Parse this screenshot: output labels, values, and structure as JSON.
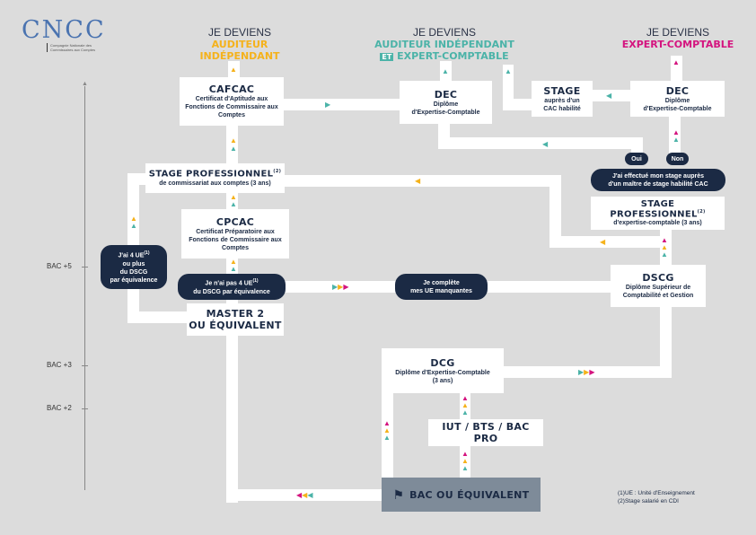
{
  "logo": {
    "text": "CNCC",
    "subtitle": "Compagnie Nationale des Commissaires aux Comptes"
  },
  "colors": {
    "yellow": "#f5b21b",
    "teal": "#4bb3a8",
    "magenta": "#d4147f",
    "navy": "#1b2a44"
  },
  "axis": {
    "levels": [
      "BAC +5",
      "BAC +3",
      "BAC +2"
    ]
  },
  "goals": [
    {
      "prefix": "JE DEVIENS",
      "line1": "AUDITEUR",
      "line2": "INDÉPENDANT"
    },
    {
      "prefix": "JE DEVIENS",
      "line1": "AUDITEUR INDÉPENDANT",
      "et": "ET",
      "line2": "EXPERT-COMPTABLE"
    },
    {
      "prefix": "JE DEVIENS",
      "line1": "EXPERT-COMPTABLE"
    }
  ],
  "boxes": {
    "cafcac": {
      "title": "CAFCAC",
      "desc": "Certificat d'Aptitude aux Fonctions de Commissaire aux Comptes"
    },
    "dec_mid": {
      "title": "DEC",
      "desc1": "Diplôme",
      "desc2": "d'Expertise-Comptable"
    },
    "stage": {
      "title": "STAGE",
      "desc1": "auprès d'un",
      "desc2": "CAC habilité"
    },
    "dec_right": {
      "title": "DEC",
      "desc1": "Diplôme",
      "desc2": "d'Expertise-Comptable"
    },
    "stage_cac": {
      "title": "STAGE PROFESSIONNEL",
      "sup": "(2)",
      "desc": "de commissariat aux comptes (3 ans)"
    },
    "cpcac": {
      "title": "CPCAC",
      "desc": "Certificat Préparatoire aux Fonctions de Commissaire aux Comptes"
    },
    "master": {
      "title1": "MASTER 2",
      "title2": "OU ÉQUIVALENT"
    },
    "stage_ec": {
      "title": "STAGE PROFESSIONNEL",
      "sup": "(2)",
      "desc": "d'expertise-comptable (3 ans)"
    },
    "dscg": {
      "title": "DSCG",
      "desc": "Diplôme Supérieur de Comptabilité et Gestion"
    },
    "dcg": {
      "title": "DCG",
      "desc1": "Diplôme d'Expertise-Comptable",
      "desc2": "(3 ans)"
    },
    "iut": {
      "title": "IUT / BTS / BAC PRO"
    },
    "bac": {
      "title": "BAC OU ÉQUIVALENT"
    }
  },
  "pills": {
    "four_ue": {
      "l1": "J'ai 4 UE",
      "sup": "(1)",
      "l2": "ou plus",
      "l3": "du DSCG",
      "l4": "par équivalence"
    },
    "no_four_ue": {
      "l1": "Je n'ai pas 4 UE",
      "sup": "(1)",
      "l2": "du DSCG par équivalence"
    },
    "complete": {
      "l1": "Je complète",
      "l2": "mes UE manquantes"
    },
    "oui": "Oui",
    "non": "Non",
    "stage_q": {
      "l1": "J'ai effectué mon stage auprès",
      "l2": "d'un maître de stage habilité CAC"
    }
  },
  "footnotes": [
    "(1)UE : Unité d'Enseignement",
    "(2)Stage salarié en CDI"
  ]
}
